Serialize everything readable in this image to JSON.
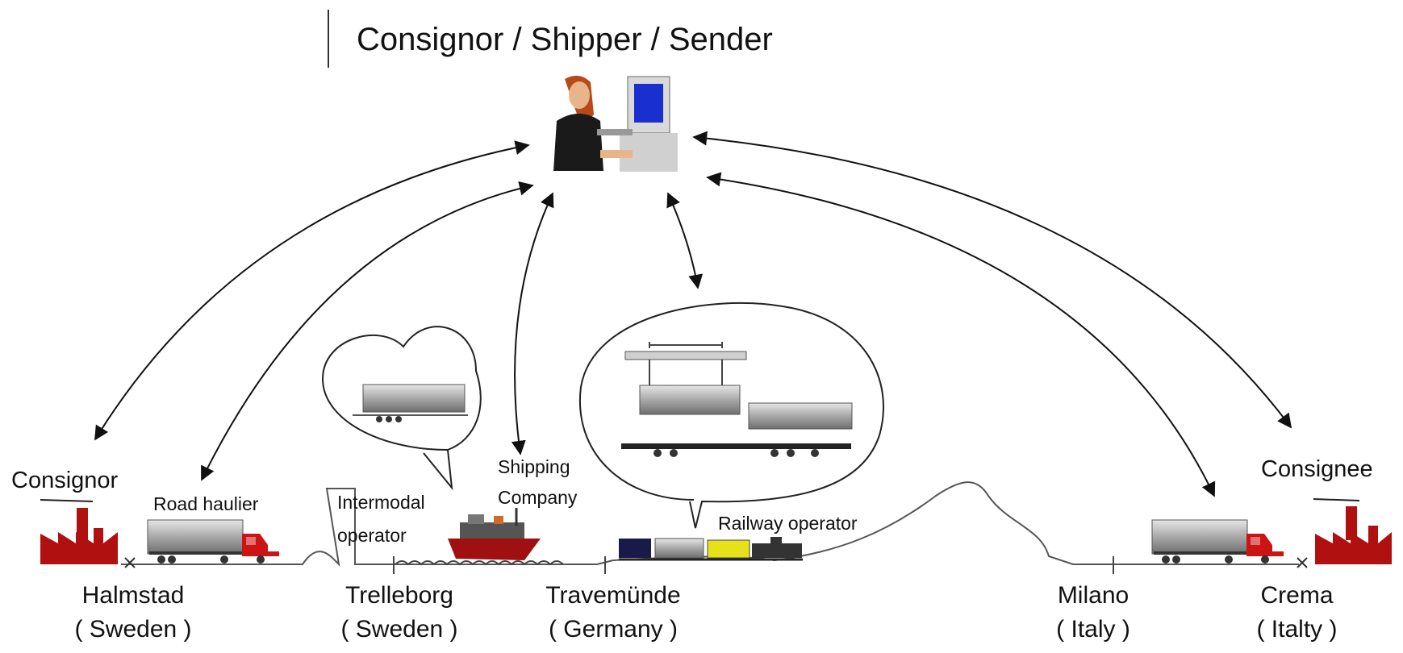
{
  "title": "Consignor / Shipper / Sender",
  "actors": {
    "consignor": "Consignor",
    "road_haulier": "Road haulier",
    "intermodal_operator": [
      "Intermodal",
      "operator"
    ],
    "shipping_company": [
      "Shipping",
      "Company"
    ],
    "railway_operator": "Railway operator",
    "consignee": "Consignee"
  },
  "locations": [
    {
      "city": "Halmstad",
      "country": "( Sweden )"
    },
    {
      "city": "Trelleborg",
      "country": "( Sweden )"
    },
    {
      "city": "Travemünde",
      "country": "( Germany )"
    },
    {
      "city": "Milano",
      "country": "( Italy )"
    },
    {
      "city": "Crema",
      "country": "( Italty )"
    }
  ],
  "colors": {
    "factory": "#b01010",
    "truck_cab": "#cc1414",
    "trailer": "#9a9a9a",
    "screen": "#1a2fd0",
    "line": "#222222"
  }
}
